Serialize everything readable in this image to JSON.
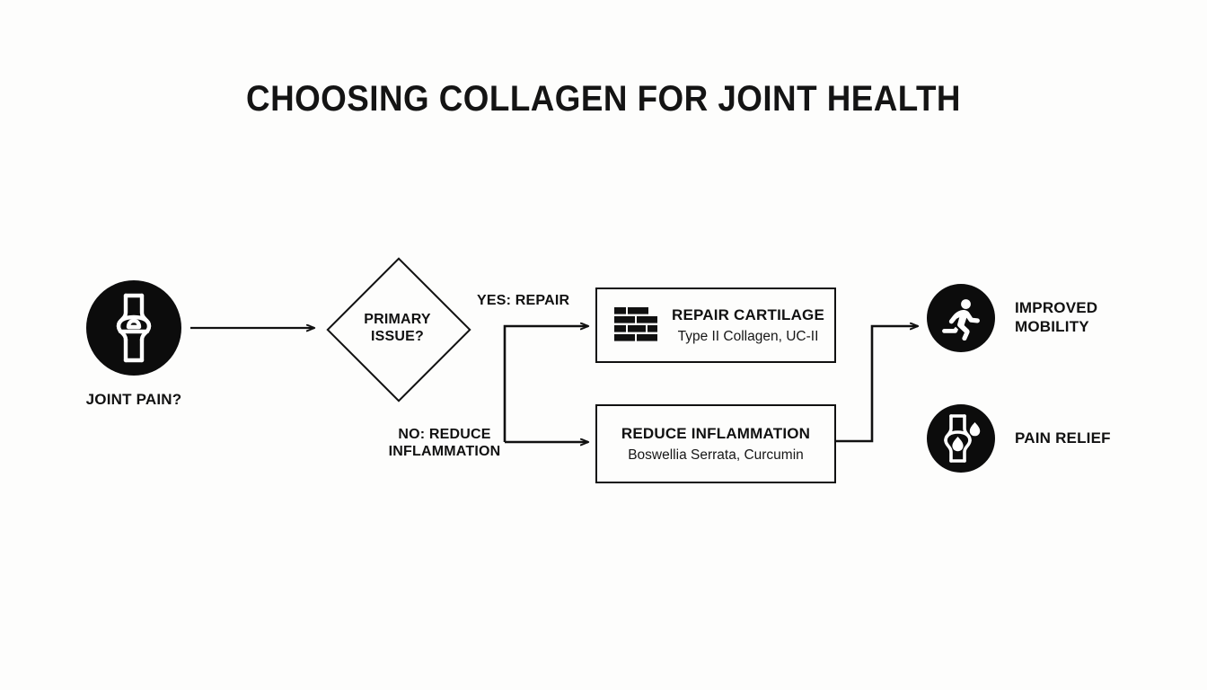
{
  "title": "CHOOSING COLLAGEN FOR JOINT HEALTH",
  "theme": {
    "background": "#fdfdfc",
    "ink": "#111111",
    "icon_fill": "#0c0c0c",
    "icon_glyph": "#ffffff"
  },
  "start": {
    "icon": "knee-joint-icon",
    "label": "JOINT PAIN?"
  },
  "decision": {
    "icon": "diamond-shape",
    "line1": "PRIMARY",
    "line2": "ISSUE?"
  },
  "edges": {
    "yes_label": "YES: REPAIR",
    "no_label_line1": "NO: REDUCE",
    "no_label_line2": "INFLAMMATION"
  },
  "processes": [
    {
      "id": "repair",
      "icon": "brick-wall-icon",
      "title": "REPAIR CARTILAGE",
      "subtitle": "Type II Collagen, UC-II"
    },
    {
      "id": "reduce",
      "icon": "none",
      "title": "REDUCE INFLAMMATION",
      "subtitle": "Boswellia Serrata, Curcumin"
    }
  ],
  "outcomes": [
    {
      "id": "mobility",
      "icon": "running-person-icon",
      "label": "IMPROVED\nMOBILITY"
    },
    {
      "id": "pain-relief",
      "icon": "joint-flame-icon",
      "label": "PAIN RELIEF"
    }
  ]
}
